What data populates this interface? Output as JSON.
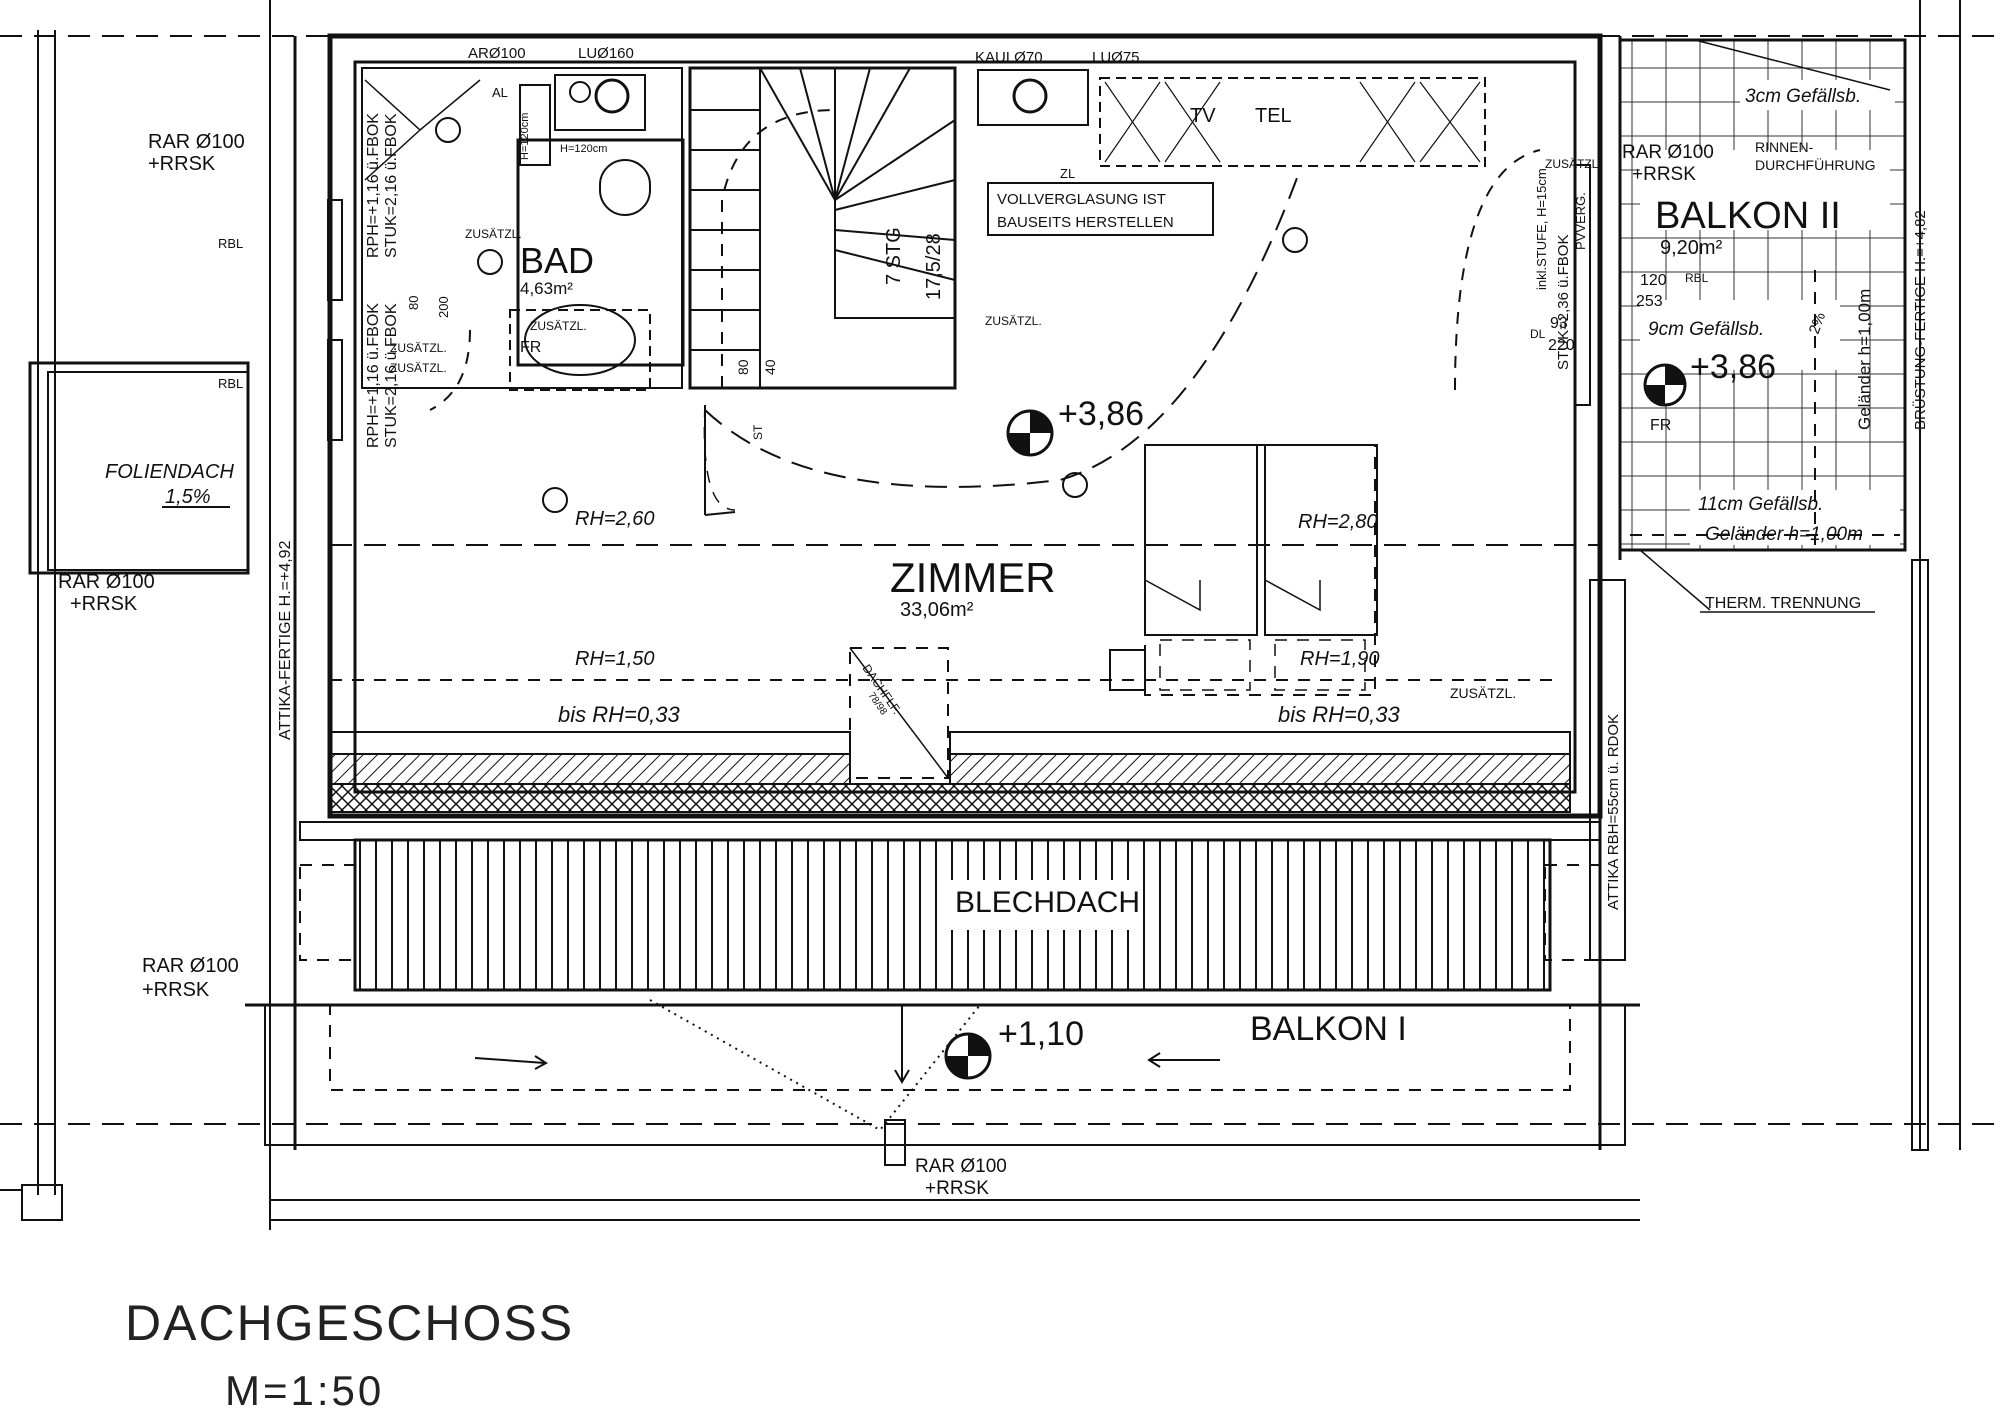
{
  "title": {
    "main": "DACHGESCHOSS",
    "scale": "M=1:50"
  },
  "rooms": {
    "bad": {
      "name": "BAD",
      "area": "4,63m²"
    },
    "zimmer": {
      "name": "ZIMMER",
      "area": "33,06m²"
    },
    "balkon2": {
      "name": "BALKON II",
      "area": "9,20m²"
    },
    "balkon1": {
      "name": "BALKON I"
    },
    "foliendach": {
      "name": "FOLIENDACH",
      "slope": "1,5%"
    },
    "blechdach": {
      "name": "BLECHDACH"
    }
  },
  "levels": {
    "zimmer": "+3,86",
    "balkon2": "+3,86",
    "balkon1": "+1,10"
  },
  "labels": {
    "ar100": "ARØ100",
    "lu160": "LUØ160",
    "kaul70": "KAULØ70",
    "lu75": "LUØ75",
    "al": "AL",
    "h120_a": "H=120cm",
    "h120_b": "H=120cm",
    "tv": "TV",
    "tel": "TEL",
    "zl": "ZL",
    "vollverglasung_1": "VOLLVERGLASUNG IST",
    "vollverglasung_2": "BAUSEITS HERSTELLEN",
    "rar_left_1": "RAR Ø100",
    "rar_left_2": "+RRSK",
    "rar_fol_1": "RAR Ø100",
    "rar_fol_2": "+RRSK",
    "rar_bl_1": "RAR Ø100",
    "rar_bl_2": "+RRSK",
    "rar_bottom_1": "RAR Ø100",
    "rar_bottom_2": "+RRSK",
    "rar_b2_1": "RAR Ø100",
    "rar_b2_2": "+RRSK",
    "rinnen_1": "RINNEN-",
    "rinnen_2": "DURCHFÜHRUNG",
    "rbl_1": "RBL",
    "rbl_2": "RBL",
    "rbl_3": "RBL",
    "gefaell_3": "3cm Gefällsb.",
    "gefaell_9": "9cm Gefällsb.",
    "gefaell_11": "11cm Gefällsb.",
    "gelaender_h": "Geländer h=1,00m",
    "gelaender_v": "Geländer h=1,00m",
    "pct2": "2%",
    "therm": "THERM. TRENNUNG",
    "attika_left": "ATTIKA-FERTIGE H.=+4,92",
    "attika_right": "ATTIKA RBH=55cm ü. RDOK",
    "bruestung": "BRÜSTUNG-FERTIGE H.=+4,82",
    "stuk_left_1": "RPH=+1,16 ü.FBOK",
    "stuk_left_2": "STUK=2,16 ü.FBOK",
    "stuk_left_3": "RPH=+1,16 ü.FBOK",
    "stuk_left_4": "STUK=2,16 ü.FBOK",
    "stuk_right": "STUK=2,36 ü.FBOK",
    "stufe_right": "inkl.STUFE, H=15cm",
    "pvverg": "PVVERG.",
    "zusaetzl_1": "ZUSÄTZL.",
    "zusaetzl_2": "ZUSÄTZL.",
    "zusaetzl_3": "ZUSÄTZL.",
    "zusaetzl_4": "ZUSÄTZL.",
    "zusaetzl_5": "ZUSÄTZL.",
    "zusaetzl_6": "ZUSÄTZL.",
    "zusaetzl_7": "ZUSÄTZL.",
    "fr_bad": "FR",
    "fr_b2": "FR",
    "dl": "DL",
    "st": "ST",
    "stg": "7 STG",
    "stg_dim": "17,5/28",
    "dim80": "80",
    "dim200": "200",
    "dim80b": "80",
    "dim40": "40",
    "dim120": "120",
    "dim253": "253",
    "dim93": "93",
    "dim220": "220",
    "rh260": "RH=2,60",
    "rh280": "RH=2,80",
    "rh150": "RH=1,50",
    "rh190": "RH=1,90",
    "bis033_a": "bis RH=0,33",
    "bis033_b": "bis RH=0,33",
    "dachfl": "DACHFLF.",
    "dachfl_dim": "78/98"
  }
}
